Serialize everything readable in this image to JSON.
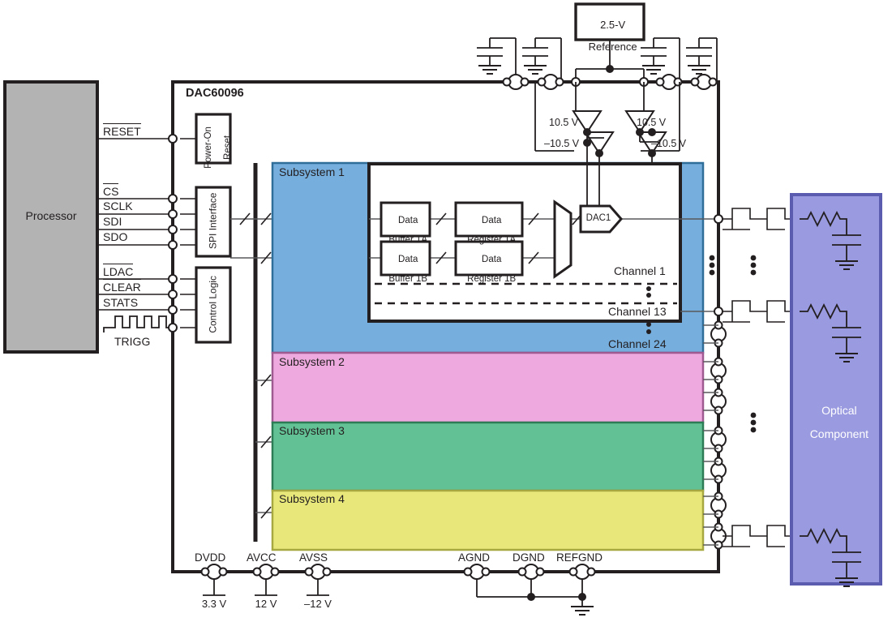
{
  "diagram": {
    "device_label": "DAC60096",
    "processor_label": "Processor",
    "optical_label_line1": "Optical",
    "optical_label_line2": "Component",
    "reference_line1": "2.5-V",
    "reference_line2": "Reference"
  },
  "colors": {
    "processor_fill": "#b3b3b3",
    "optical_fill": "#9a9ae0",
    "optical_stroke": "#5b5bb0",
    "optical_text": "#ffffff",
    "subsystem1_fill": "#76aedd",
    "subsystem1_stroke": "#2f6e99",
    "subsystem2_fill": "#eeaade",
    "subsystem2_stroke": "#a05a92",
    "subsystem3_fill": "#63c295",
    "subsystem3_stroke": "#2c7d55",
    "subsystem4_fill": "#e8e87a",
    "subsystem4_stroke": "#a8a840",
    "line": "#231f20",
    "thin_line": "#58595b",
    "text": "#231f20"
  },
  "processor_signals": [
    {
      "name": "RESET",
      "overbar": true
    },
    {
      "name": "CS",
      "overbar": true
    },
    {
      "name": "SCLK",
      "overbar": false
    },
    {
      "name": "SDI",
      "overbar": false
    },
    {
      "name": "SDO",
      "overbar": false
    },
    {
      "name": "LDAC",
      "overbar": true
    },
    {
      "name": "CLEAR",
      "overbar": true
    },
    {
      "name": "STATS",
      "overbar": false
    },
    {
      "name": "TRIGG",
      "overbar": false
    }
  ],
  "internal_blocks": [
    {
      "label_line1": "Power-On",
      "label_line2": "Reset"
    },
    {
      "label_line1": "SPI Interface",
      "label_line2": ""
    },
    {
      "label_line1": "Control Logic",
      "label_line2": ""
    }
  ],
  "subsystems": [
    {
      "label": "Subsystem 1"
    },
    {
      "label": "Subsystem 2"
    },
    {
      "label": "Subsystem 3"
    },
    {
      "label": "Subsystem 4"
    }
  ],
  "channel_blocks": [
    {
      "buffer": "Data\nBuffer 1A",
      "register": "Data\nRegister 1A"
    },
    {
      "buffer": "Data\nBuffer 1B",
      "register": "Data\nRegister 1B"
    }
  ],
  "channel_parts": {
    "buffer_a_line1": "Data",
    "buffer_a_line2": "Buffer 1A",
    "register_a_line1": "Data",
    "register_a_line2": "Register 1A",
    "buffer_b_line1": "Data",
    "buffer_b_line2": "Buffer 1B",
    "register_b_line1": "Data",
    "register_b_line2": "Register 1B",
    "dac_label": "DAC1"
  },
  "channel_labels": [
    {
      "label": "Channel 1"
    },
    {
      "label": "Channel 13"
    },
    {
      "label": "Channel 24"
    }
  ],
  "supply_rails": [
    {
      "label": "10.5 V",
      "side": "left"
    },
    {
      "label": "–10.5 V",
      "side": "left"
    },
    {
      "label": "10.5 V",
      "side": "right"
    },
    {
      "label": "–10.5 V",
      "side": "right"
    }
  ],
  "power_pins": [
    {
      "name": "DVDD",
      "value": "3.3 V"
    },
    {
      "name": "AVCC",
      "value": "12 V"
    },
    {
      "name": "AVSS",
      "value": "–12 V"
    }
  ],
  "ground_pins": [
    {
      "name": "AGND"
    },
    {
      "name": "DGND"
    },
    {
      "name": "REFGND"
    }
  ]
}
